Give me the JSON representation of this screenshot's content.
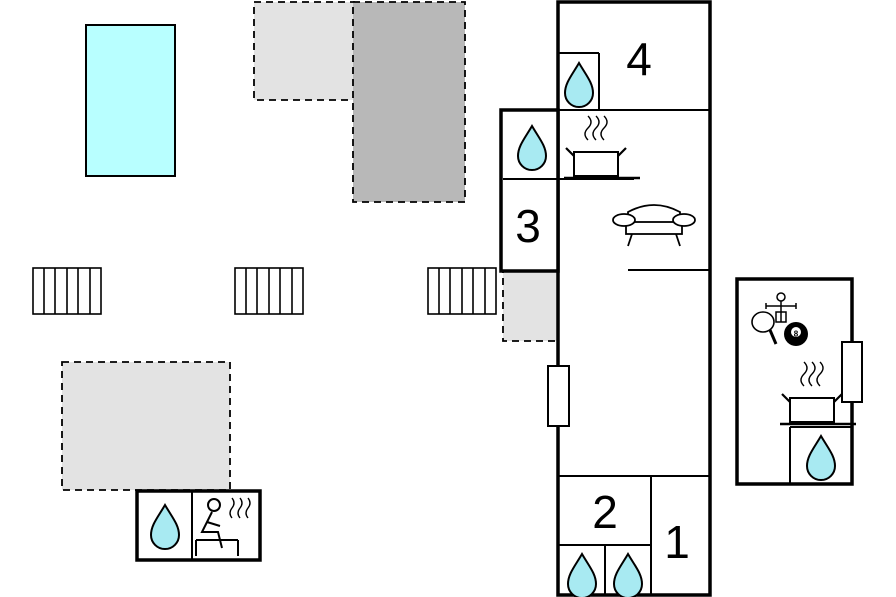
{
  "plan": {
    "rooms": [
      {
        "key": "room-4",
        "label": "4"
      },
      {
        "key": "room-3",
        "label": "3"
      },
      {
        "key": "room-2",
        "label": "2"
      },
      {
        "key": "room-1",
        "label": "1"
      }
    ],
    "icons": [
      "pool",
      "terrace",
      "sun-lounger",
      "water-drop-icon",
      "cooking-pot-icon",
      "sofa-icon",
      "sauna-icon",
      "table-tennis-icon",
      "billiard-ball-icon",
      "table-football-icon"
    ],
    "colors": {
      "pool": "#b8ffff",
      "terrace_light": "#e3e3e3",
      "terrace_dark": "#b8b8b8",
      "water_drop": "#a8eaf2",
      "wall": "#000000"
    }
  }
}
